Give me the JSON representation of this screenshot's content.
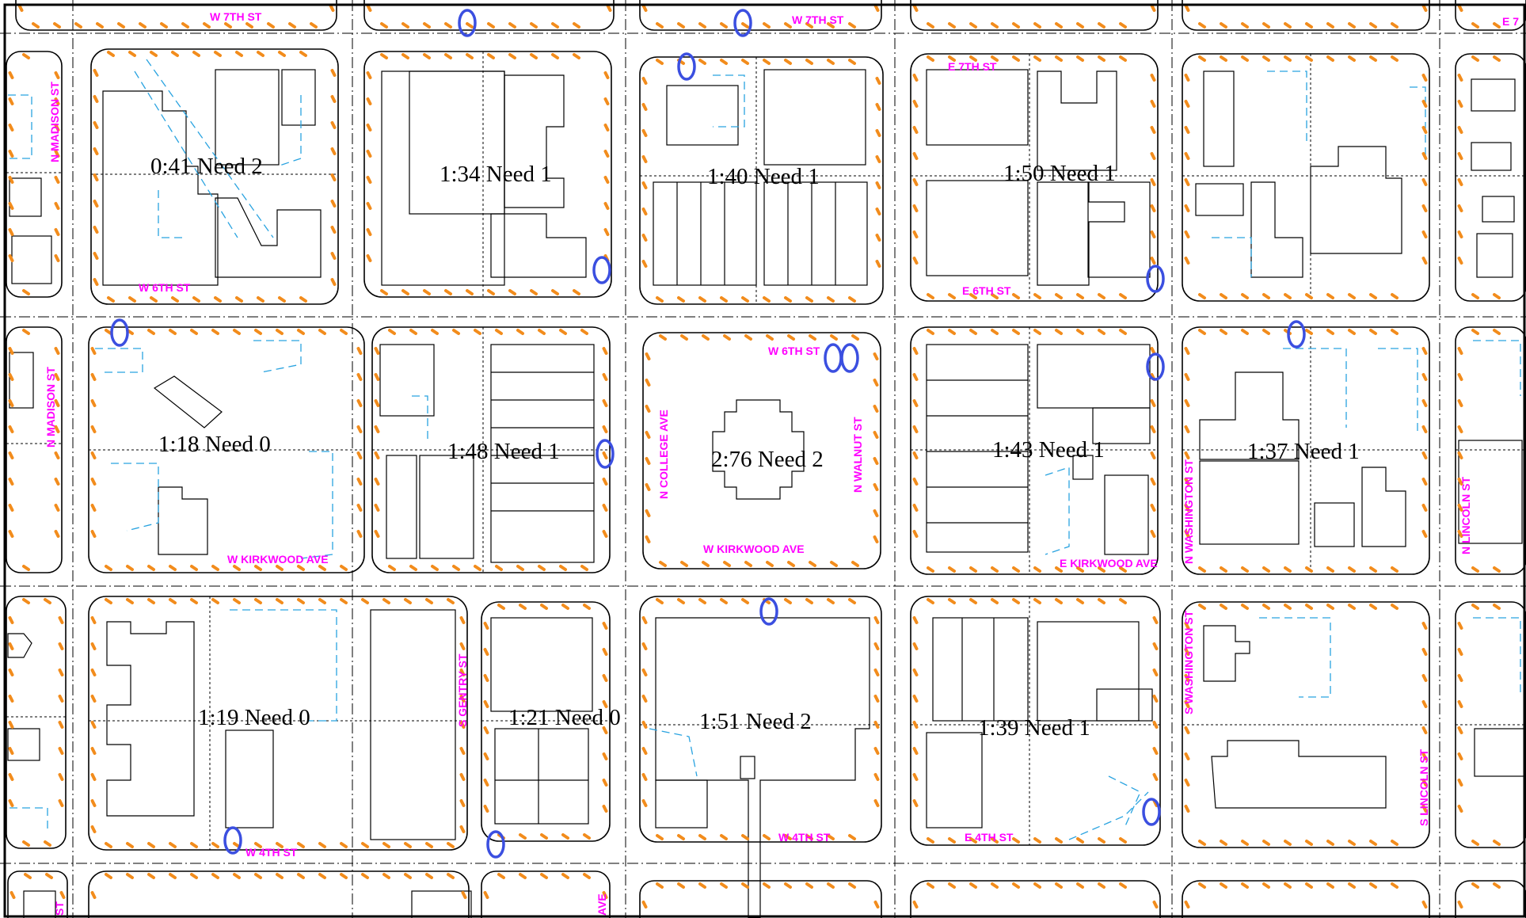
{
  "map": {
    "colors": {
      "background": "#ffffff",
      "linework": "#000000",
      "sidewalk": "#29a3e0",
      "meter": "#f28c1c",
      "marker": "#3b4fe0",
      "street_label": "#ff00ff"
    },
    "block_labels": [
      "0:41 Need 2",
      "1:34 Need 1",
      "1:40 Need 1",
      "1:50 Need 1",
      "1:18 Need 0",
      "1:48 Need 1",
      "2:76 Need 2",
      "1:43 Need 1",
      "1:37 Need 1",
      "1:19 Need 0",
      "1:21 Need 0",
      "1:51 Need 2",
      "1:39 Need 1"
    ],
    "street_labels": [
      "W 7TH ST",
      "W 7TH ST",
      "E 7TH ST",
      "E 7",
      "N MADISON ST",
      "W 6TH ST",
      "E 6TH ST",
      "W 6TH ST",
      "N MADISON ST",
      "N COLLEGE AVE",
      "N WALNUT ST",
      "N WASHINGTON ST",
      "N LINCOLN ST",
      "W KIRKWOOD AVE",
      "W KIRKWOOD AVE",
      "E KIRKWOOD AVE",
      "S GENTRY ST",
      "S WASHINGTON ST",
      "S LINCOLN ST",
      "W 4TH ST",
      "W 4TH ST",
      "E 4TH ST",
      "ST",
      "AVE"
    ]
  }
}
